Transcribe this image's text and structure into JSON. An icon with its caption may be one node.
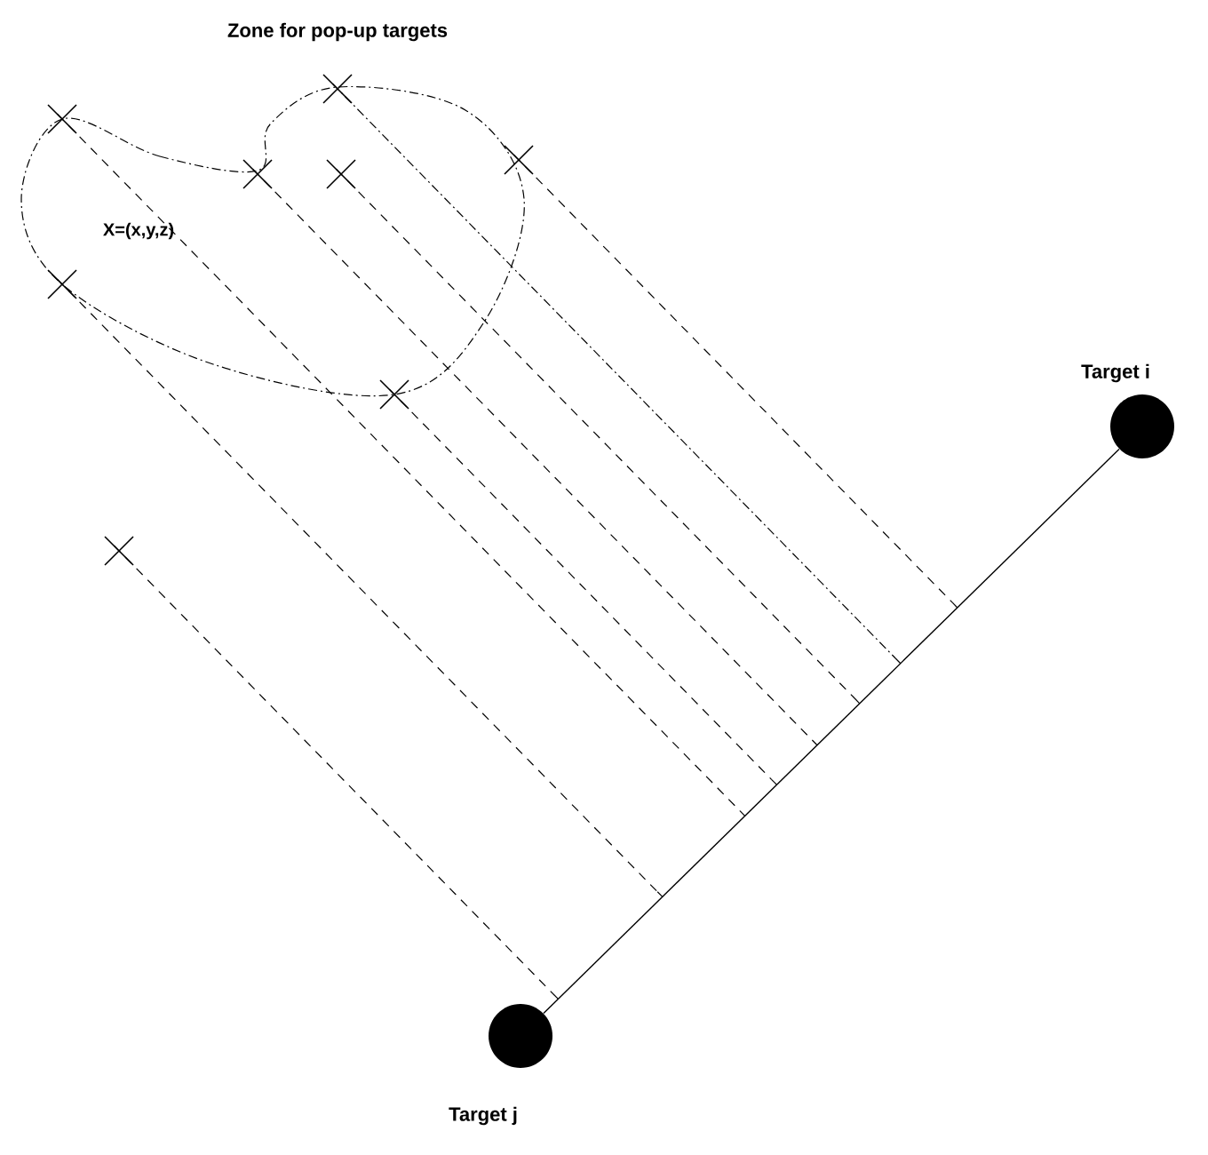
{
  "diagram": {
    "nodes": [
      {
        "text": [
          "Zone for pop-up targets",
          "X=(x,y,z)"
        ]
      },
      {
        "text": [
          "Target i"
        ]
      },
      {
        "text": [
          "Target j"
        ]
      }
    ],
    "edges": [
      {
        "from": 1,
        "to": 2,
        "arrow": "none"
      }
    ]
  }
}
